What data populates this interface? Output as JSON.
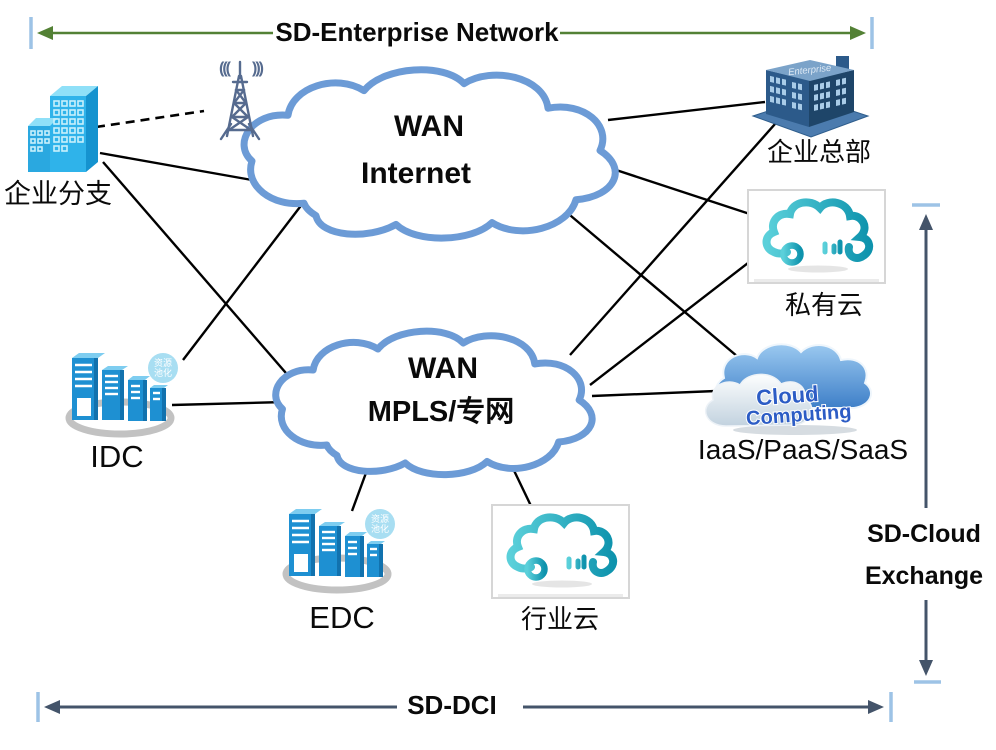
{
  "diagram": {
    "top_arrow_label": "SD-Enterprise Network",
    "bottom_arrow_label": "SD-DCI",
    "right_arrow_label_1": "SD-Cloud",
    "right_arrow_label_2": "Exchange",
    "internet_cloud": {
      "line1": "WAN",
      "line2": "Internet"
    },
    "mpls_cloud": {
      "line1": "WAN",
      "line2": "MPLS/专网"
    },
    "nodes": {
      "branch": "企业分支",
      "hq": "企业总部",
      "private_cloud": "私有云",
      "iaas": "IaaS/PaaS/SaaS",
      "idc": "IDC",
      "edc": "EDC",
      "industry_cloud": "行业云"
    },
    "icon_texts": {
      "hq_roof": "Enterprise",
      "cloud_computing_1": "Cloud",
      "cloud_computing_2": "Computing",
      "dc_badge_1": "资源",
      "dc_badge_2": "池化"
    },
    "edges": [
      {
        "from": "企业分支",
        "to": "radio-tower",
        "style": "dashed"
      },
      {
        "from": "企业分支",
        "to": "WAN Internet",
        "style": "solid"
      },
      {
        "from": "企业分支",
        "to": "WAN MPLS/专网",
        "style": "solid"
      },
      {
        "from": "IDC",
        "to": "WAN Internet",
        "style": "solid"
      },
      {
        "from": "IDC",
        "to": "WAN MPLS/专网",
        "style": "solid"
      },
      {
        "from": "WAN Internet",
        "to": "企业总部",
        "style": "solid"
      },
      {
        "from": "WAN Internet",
        "to": "私有云",
        "style": "solid"
      },
      {
        "from": "WAN Internet",
        "to": "IaaS/PaaS/SaaS",
        "style": "solid"
      },
      {
        "from": "WAN MPLS/专网",
        "to": "企业总部",
        "style": "solid"
      },
      {
        "from": "WAN MPLS/专网",
        "to": "私有云",
        "style": "solid"
      },
      {
        "from": "WAN MPLS/专网",
        "to": "IaaS/PaaS/SaaS",
        "style": "solid"
      },
      {
        "from": "WAN MPLS/专网",
        "to": "EDC",
        "style": "solid"
      },
      {
        "from": "WAN MPLS/专网",
        "to": "行业云",
        "style": "solid"
      }
    ],
    "colors": {
      "cloud-stroke": "#6C9BD6",
      "arrow-green": "#538135",
      "arrow-dark": "#44546A",
      "endbar-blue": "#9DC3E6",
      "line-black": "#000000",
      "building-blue": "#2FB3EA",
      "teal-dark": "#0E93AD",
      "teal-light": "#5BD0DA",
      "server-blue": "#1E90D2"
    }
  }
}
